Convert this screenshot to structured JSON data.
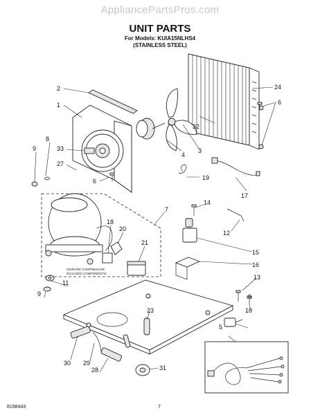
{
  "watermark": "AppliancePartsPros.com",
  "title": "UNIT PARTS",
  "models_line1": "For Models: KUIA15NLHS4",
  "models_line2": "(STAINLESS STEEL)",
  "compressor_note_line1": "(SERVICE COMPRESSOR",
  "compressor_note_line2": "INCLUDES COMPONENTS)",
  "document_number": "8198443",
  "page_number": "7",
  "callouts": {
    "c1": "1",
    "c2": "2",
    "c3": "3",
    "c4": "4",
    "c5": "5",
    "c6a": "6",
    "c6b": "6",
    "c6c": "6",
    "c7": "7",
    "c8": "8",
    "c9a": "9",
    "c9b": "9",
    "c10": "10",
    "c11": "11",
    "c12": "12",
    "c13": "13",
    "c14": "14",
    "c15": "15",
    "c16": "16",
    "c17": "17",
    "c18": "18",
    "c19": "19",
    "c20": "20",
    "c21": "21",
    "c23": "23",
    "c24": "24",
    "c27": "27",
    "c28": "28",
    "c29": "29",
    "c30": "30",
    "c31": "31",
    "c32": "32",
    "c33": "33"
  }
}
